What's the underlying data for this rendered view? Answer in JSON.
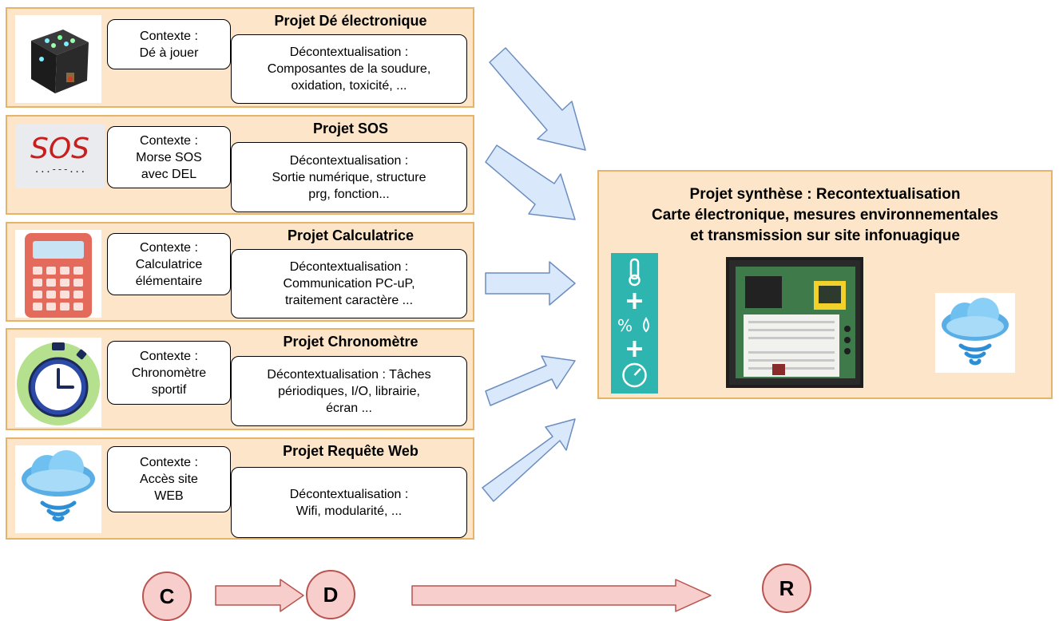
{
  "projects": [
    {
      "title": "Projet Dé électronique",
      "context": "Contexte :\nDé à jouer",
      "decontext": "Décontextualisation :\nComposantes de la soudure,\noxidation, toxicité,  ...",
      "icon": "led-dice-icon"
    },
    {
      "title": "Projet SOS",
      "context": "Contexte :\nMorse SOS\navec DEL",
      "decontext": "Décontextualisation :\nSortie numérique, structure\nprg, fonction...",
      "icon": "sos-morse-icon",
      "sos_text": "SOS"
    },
    {
      "title": "Projet Calculatrice",
      "context": "Contexte :\nCalculatrice\nélémentaire",
      "decontext": "Décontextualisation :\nCommunication PC-uP,\ntraitement caractère ...",
      "icon": "calculator-icon"
    },
    {
      "title": "Projet Chronomètre",
      "context": "Contexte :\nChronomètre\nsportif",
      "decontext": "Décontextualisation : Tâches\npériodiques, I/O, librairie,\nécran ...",
      "icon": "stopwatch-icon"
    },
    {
      "title": "Projet Requête Web",
      "context": "Contexte :\nAccès site\nWEB",
      "decontext": "Décontextualisation :\nWifi, modularité, ...",
      "icon": "cloud-wifi-icon"
    }
  ],
  "synthesis": {
    "title": "Projet synthèse : Recontextualisation\nCarte électronique, mesures environnementales\net transmission sur site infonuagique",
    "icons": [
      "thermometer-icon",
      "humidity-icon",
      "gauge-icon",
      "circuit-board-photo",
      "cloud-wifi-icon"
    ]
  },
  "flow": [
    "C",
    "D",
    "R"
  ],
  "colors": {
    "project_fill": "#fce5c8",
    "project_border": "#e6b36a",
    "arrow_fill": "#dae8fc",
    "arrow_stroke": "#6c8ebf",
    "flow_fill": "#f8cecc",
    "flow_stroke": "#b85450"
  }
}
